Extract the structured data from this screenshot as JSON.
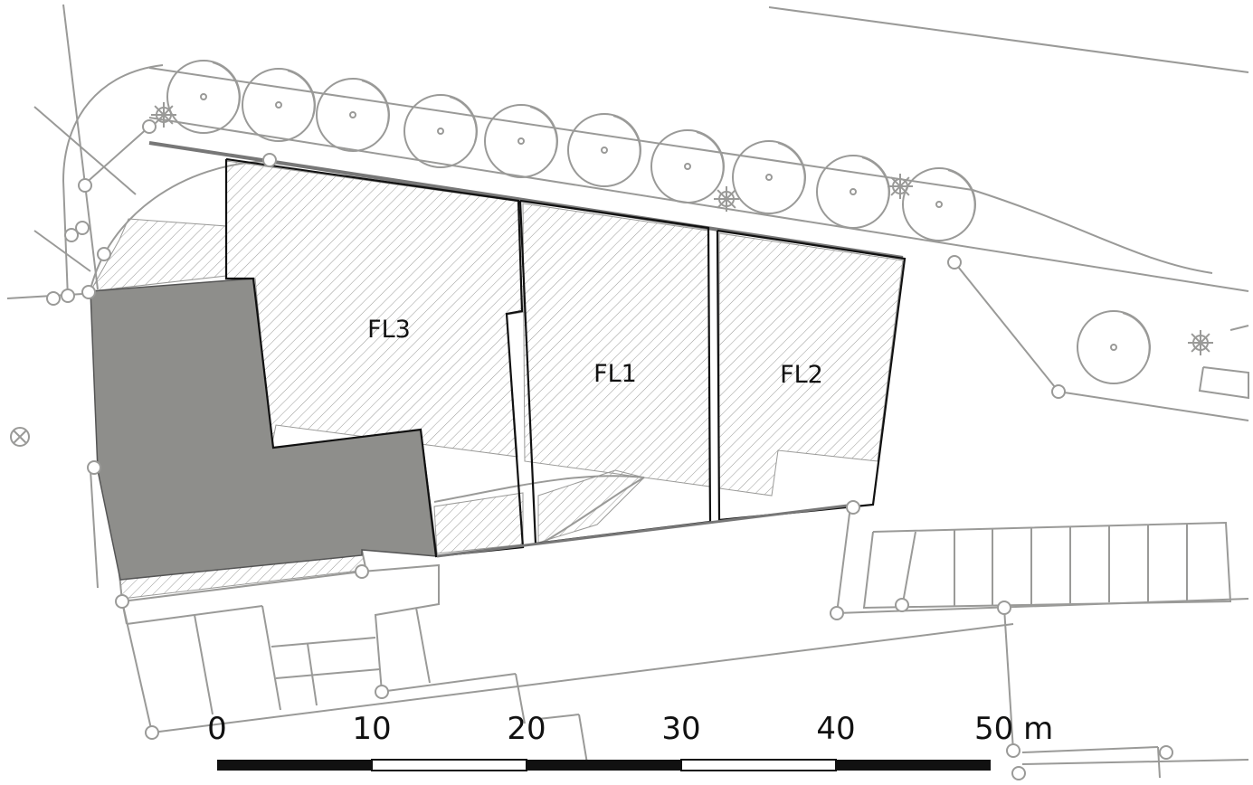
{
  "map": {
    "plots": [
      {
        "id": "fl3",
        "label": "FL3"
      },
      {
        "id": "fl1",
        "label": "FL1"
      },
      {
        "id": "fl2",
        "label": "FL2"
      }
    ],
    "scale_bar": {
      "ticks": [
        "0",
        "10",
        "20",
        "30",
        "40",
        "50 m"
      ]
    }
  },
  "colors": {
    "background": "#ffffff",
    "linework": "#9a9a98",
    "plot_outline": "#111111",
    "existing_building": "#8e8e8b",
    "hatch": "#9a9a98",
    "scale_dark": "#111111",
    "scale_light": "#ffffff"
  },
  "icons": [
    "tree-icon",
    "shrub-icon",
    "manhole-icon",
    "survey-point-icon"
  ]
}
